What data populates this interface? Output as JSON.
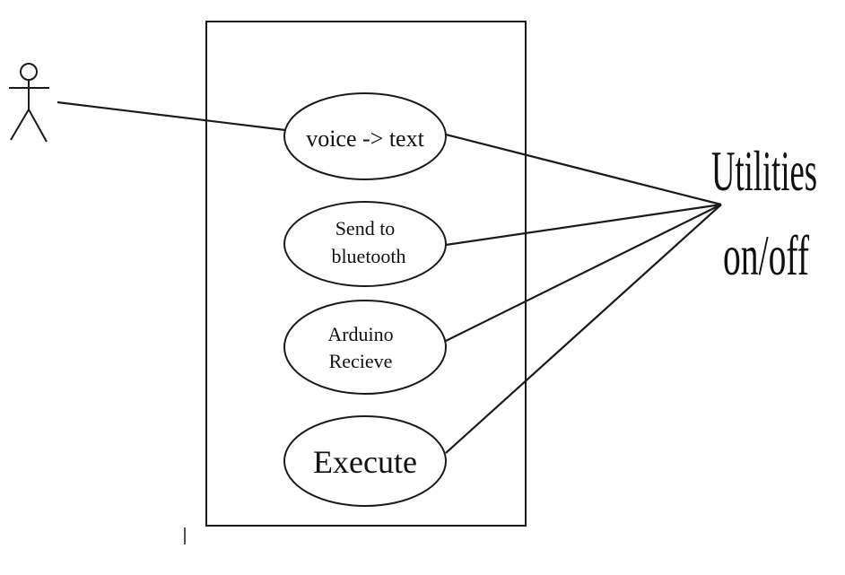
{
  "diagram": {
    "type": "use-case",
    "actor_left": {
      "label": ""
    },
    "actor_right": {
      "label_line1": "Utilities",
      "label_line2": "on/off"
    },
    "use_cases": [
      {
        "lines": [
          "voice -> text"
        ]
      },
      {
        "lines": [
          "Send to",
          "bluetooth"
        ]
      },
      {
        "lines": [
          "Arduino",
          "Recieve"
        ]
      },
      {
        "lines": [
          "Execute"
        ]
      }
    ]
  }
}
